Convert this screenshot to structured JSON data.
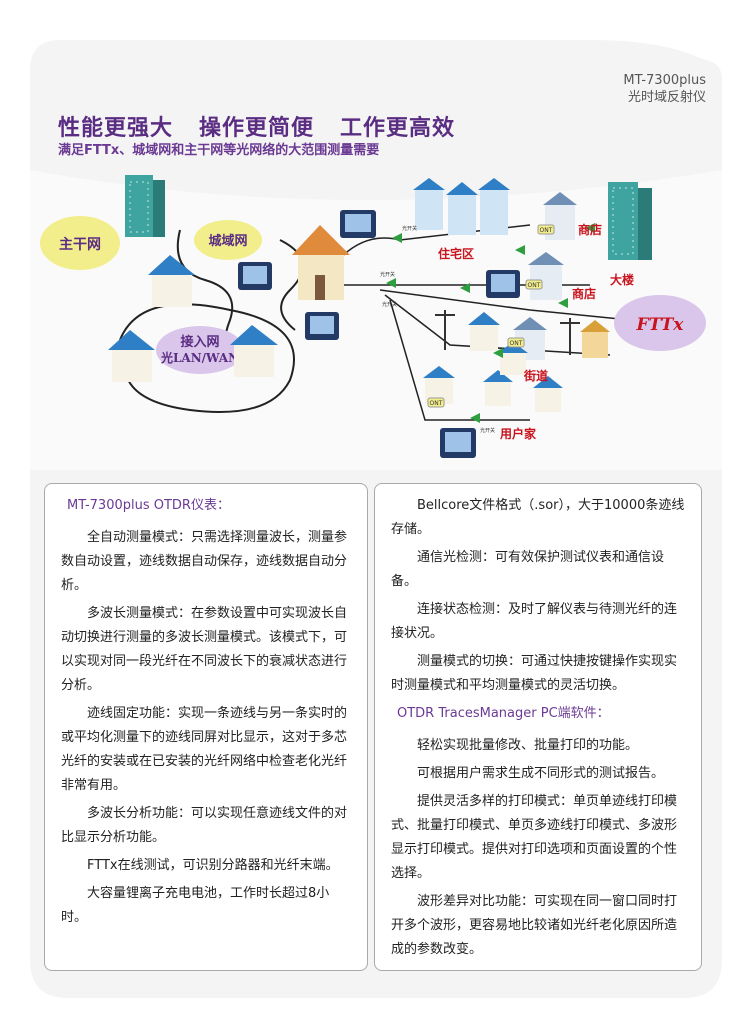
{
  "header": {
    "model": "MT-7300plus",
    "product_name": "光时域反射仪",
    "headline": "性能更强大   操作更简便   工作更高效",
    "subheadline": "满足FTTx、城域网和主干网等光网络的大范围测量需要"
  },
  "diagram": {
    "labels": {
      "backbone": "主干网",
      "metro": "城域网",
      "access": "接入网",
      "lan_wan": "光LAN/WAN",
      "residential": "住宅区",
      "shop1": "商店",
      "shop2": "商店",
      "building": "大楼",
      "street": "街道",
      "home": "用户家",
      "fttx": "FTTx",
      "ont": "ONT",
      "splitter": "光开关"
    },
    "colors": {
      "accent": "#5a2d82",
      "bubble_yellow": "#f2ee8c",
      "bubble_purple": "#d9c6ea",
      "arrow_green": "#2e9e3e",
      "label_red": "#c8141e"
    }
  },
  "left_panel": {
    "title": "MT-7300plus OTDR仪表：",
    "paragraphs": [
      "全自动测量模式：只需选择测量波长，测量参数自动设置，迹线数据自动保存，迹线数据自动分析。",
      "多波长测量模式：在参数设置中可实现波长自动切换进行测量的多波长测量模式。该模式下，可以实现对同一段光纤在不同波长下的衰减状态进行分析。",
      "迹线固定功能：实现一条迹线与另一条实时的或平均化测量下的迹线同屏对比显示，这对于多芯光纤的安装或在已安装的光纤网络中检查老化光纤非常有用。",
      "多波长分析功能：可以实现任意迹线文件的对比显示分析功能。",
      " FTTx在线测试，可识别分路器和光纤末端。",
      " 大容量锂离子充电电池，工作时长超过8小时。"
    ]
  },
  "right_panel": {
    "paragraphs_a": [
      "Bellcore文件格式（.sor），大于10000条迹线存储。",
      "通信光检测：可有效保护测试仪表和通信设备。",
      "连接状态检测：及时了解仪表与待测光纤的连接状况。",
      "测量模式的切换：可通过快捷按键操作实现实时测量模式和平均测量模式的灵活切换。"
    ],
    "software_title": "OTDR TracesManager  PC端软件：",
    "paragraphs_b": [
      "轻松实现批量修改、批量打印的功能。",
      "可根据用户需求生成不同形式的测试报告。",
      "提供灵活多样的打印模式：单页单迹线打印模式、批量打印模式、单页多迹线打印模式、多波形显示打印模式。提供对打印选项和页面设置的个性选择。",
      " 波形差异对比功能：可实现在同一窗口同时打开多个波形，更容易地比较诸如光纤老化原因所造成的参数改变。"
    ]
  }
}
